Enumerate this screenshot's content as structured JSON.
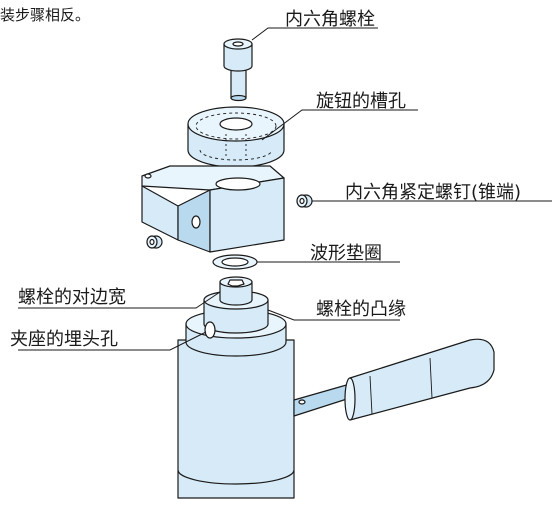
{
  "top_text": "装步骤相反。",
  "labels": {
    "socket_head_bolt": "内六角螺栓",
    "knob_slot": "旋钮的槽孔",
    "set_screw": "内六角紧定螺钉(锥端)",
    "wave_washer": "波形垫圈",
    "bolt_across_flats": "螺栓的对边宽",
    "bolt_flange": "螺栓的凸缘",
    "clamp_counterbore": "夹座的埋头孔"
  },
  "colors": {
    "part_fill": "#d6ebf7",
    "part_fill_light": "#e9f5fc",
    "part_fill_dark": "#b9d9ee",
    "outline": "#1a1a1a",
    "text": "#1a1a1a"
  }
}
